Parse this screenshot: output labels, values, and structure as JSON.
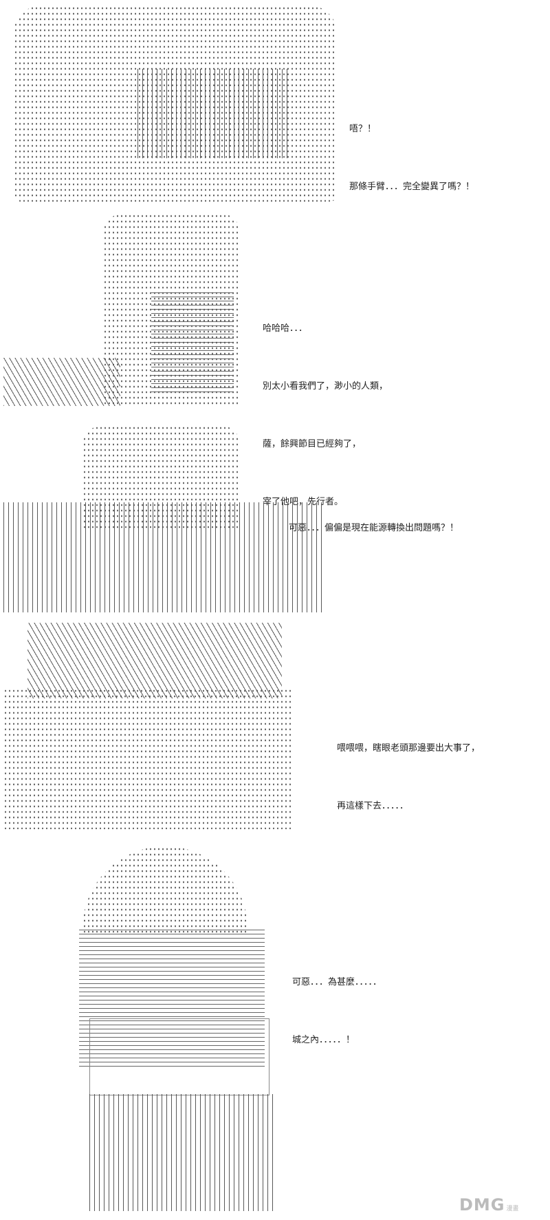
{
  "panels": [
    {
      "lines": [
        "唔？！",
        "那條手臂．．．完全變異了嗎？！"
      ]
    },
    {
      "lines": [
        "哈哈哈．．．",
        "別太小看我們了，渺小的人類，",
        "薩，餘興節目已經夠了，",
        "宰了他吧，先行者。"
      ]
    },
    {
      "lines": [
        "可惡．．．偏偏是現在能源轉換出問題嗎？！"
      ]
    },
    {
      "lines": [
        "喂喂喂，瞎眼老頭那邊要出大事了，",
        "再這樣下去．．．．．"
      ]
    },
    {
      "lines": [
        "可惡．．．為甚麼．．．．．",
        "城之內．．．．．！"
      ]
    }
  ],
  "watermark": {
    "text": "DMG",
    "sub": "漫畫"
  }
}
